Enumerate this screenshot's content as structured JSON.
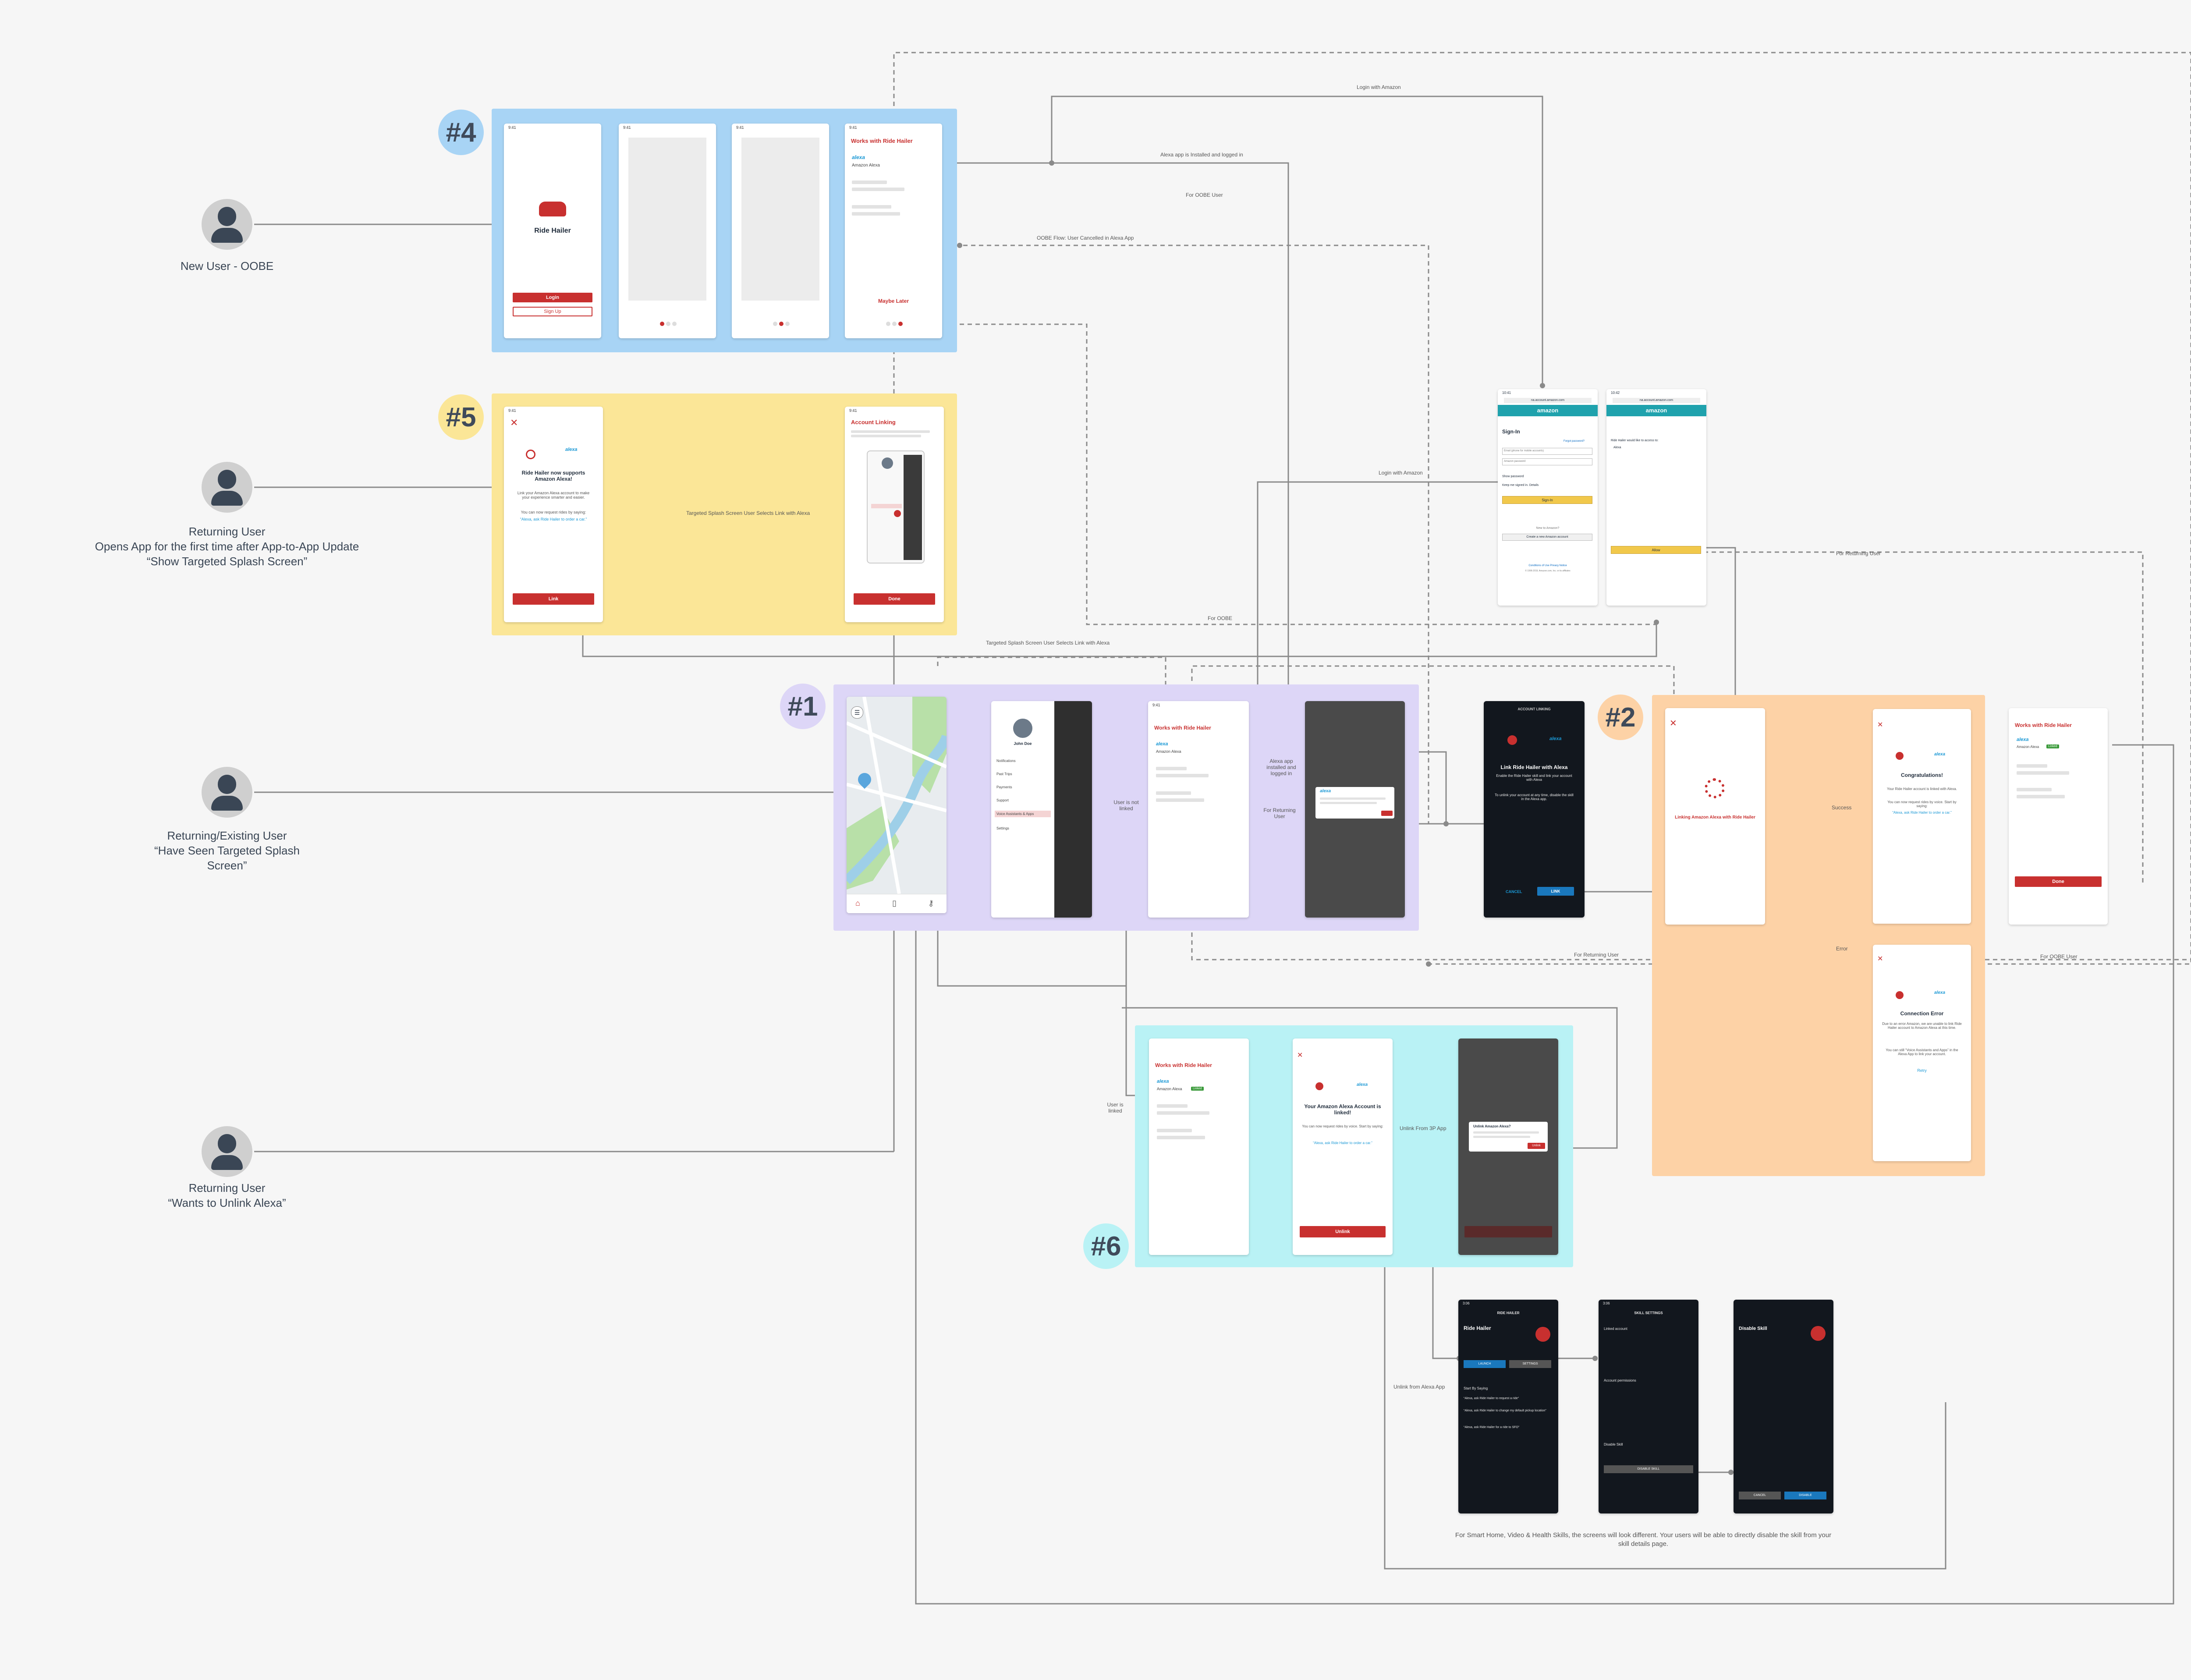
{
  "badges": [
    "#4",
    "#5",
    "#1",
    "#2",
    "#6"
  ],
  "personas": [
    {
      "lines": [
        "New User - OOBE"
      ]
    },
    {
      "lines": [
        "Returning User",
        "Opens App for the first time after App-to-App Update",
        "“Show Targeted Splash Screen”"
      ]
    },
    {
      "lines": [
        "Returning/Existing User",
        "“Have Seen Targeted Splash",
        "Screen”"
      ]
    },
    {
      "lines": [
        "Returning User",
        "“Wants to Unlink Alexa”"
      ]
    }
  ],
  "oobe": {
    "app_name": "Ride Hailer",
    "login": "Login",
    "signup": "Sign Up",
    "works_with": "Works with Ride Hailer",
    "alexa": "alexa",
    "amazon_alexa": "Amazon Alexa",
    "maybe_later": "Maybe Later"
  },
  "splash": {
    "title": "Ride Hailer now supports Amazon Alexa!",
    "body": "Link your Amazon Alexa account to make your experience smarter and easier.",
    "hint": "You can now request rides by saying:",
    "quote": "“Alexa, ask Ride Hailer to order a car.”",
    "link": "Link",
    "account_linking": "Account Linking",
    "done": "Done"
  },
  "app": {
    "user_name": "John Doe",
    "menu": [
      "Notifications",
      "Past Trips",
      "Payments",
      "Support",
      "Voice Assistants & Apps",
      "Settings"
    ],
    "works_with": "Works with Ride Hailer",
    "alexa": "alexa",
    "amazon_alexa": "Amazon Alexa"
  },
  "link_screen": {
    "header": "ACCOUNT LINKING",
    "title": "Link Ride Hailer with Alexa",
    "body": "Enable the Ride Hailer skill and link your account with Alexa",
    "body2": "To unlink your account at any time, disable the skill in the Alexa app.",
    "cancel": "CANCEL",
    "link": "LINK"
  },
  "amazon_signin": {
    "time": "10:41",
    "url": "na.account.amazon.com",
    "logo": "amazon",
    "sign_in": "Sign-In",
    "email_ph": "Email (phone for mobile accounts)",
    "forgot": "Forgot password?",
    "password_ph": "Amazon password",
    "show_pw": "Show password",
    "keep": "Keep me signed in. Details",
    "button": "Sign-In",
    "new_to": "New to Amazon?",
    "create": "Create a new Amazon account",
    "footer": "Conditions of Use   Privacy Notice",
    "copy": "© 1996-2019, Amazon.com, Inc. or its affiliates"
  },
  "amazon_consent": {
    "time": "10:42",
    "url": "na.account.amazon.com",
    "logo": "amazon",
    "line1": "Ride Hailer would like to access to:",
    "line2": "Alexa",
    "allow": "Allow"
  },
  "linking": {
    "text": "Linking Amazon Alexa with Ride Hailer",
    "congrats": "Congratulations!",
    "congrats_body": "Your Ride Hailer account is linked with Alexa.",
    "congrats_hint": "You can now request rides by voice. Start by saying:",
    "congrats_quote": "“Alexa, ask Ride Hailer to order a car.”",
    "error": "Connection Error",
    "error_body": "Due to an error Amazon, we are unable to link Ride Hailer account to Amazon Alexa at this time.",
    "error_hint": "You can still “Voice Assistants and Apps” in the Alexa App to link your account.",
    "retry": "Retry",
    "works_with": "Works with Ride Hailer",
    "amazon_alexa": "Amazon Alexa",
    "linked_badge": "Linked",
    "done": "Done"
  },
  "unlink": {
    "works_with": "Works with Ride Hailer",
    "amazon_alexa": "Amazon Alexa",
    "linked_badge": "Linked",
    "title": "Your Amazon Alexa Account is linked!",
    "body": "You can now request rides by voice. Start by saying:",
    "quote": "“Alexa, ask Ride Hailer to order a car.”",
    "unlink": "Unlink",
    "dialog_title": "Unlink Amazon Alexa?",
    "dialog_ok": "Unlink"
  },
  "alexa_app": {
    "time": "3:06",
    "skill_header": "RIDE HAILER",
    "skill_name": "Ride Hailer",
    "launch": "LAUNCH",
    "settings": "SETTINGS",
    "start_by": "Start By Saying",
    "utter1": "“Alexa, ask Ride Hailer to request a ride”",
    "utter2": "“Alexa, ask Ride Hailer to change my default pickup location”",
    "utter3": "“Alexa, ask Ride Hailer for a ride to SFO”",
    "settings_header": "SKILL SETTINGS",
    "linked_account": "Linked account",
    "permissions": "Account permissions",
    "disable_section": "Disable Skill",
    "disable_btn": "DISABLE SKILL",
    "disable_title": "Disable Skill",
    "cancel": "CANCEL",
    "disable": "DISABLE"
  },
  "flow_labels": {
    "login_with_amazon_top": "Login with Amazon",
    "alexa_installed": "Alexa app is Installed and logged in",
    "for_oobe_user": "For OOBE User",
    "oobe_cancelled": "OOBE Flow: User Cancelled in Alexa App",
    "login_with_amazon_mid": "Login with Amazon",
    "targeted_link": "Targeted Splash Screen User Selects Link with Alexa",
    "for_returning_user_right": "For Returning User",
    "for_oobe_mid": "For OOBE",
    "targeted_link2": "Targeted Splash Screen User Selects Link with Alexa",
    "user_not_linked": "User is not linked",
    "alexa_app_installed": "Alexa app installed and logged in",
    "for_returning_user": "For Returning User",
    "success": "Success",
    "error": "Error",
    "for_returning_user_bottom": "For Returning User",
    "for_oobe_user_right": "For OOBE User",
    "user_linked": "User is linked",
    "unlink_from_3p": "Unlink From 3P App",
    "unlink_from_alexa": "Unlink from Alexa App",
    "footnote": "For Smart Home, Video & Health Skills, the screens will look different. Your users will be able to directly disable the skill from your skill details page."
  },
  "colors": {
    "oobe_bg": "#a8d4f5",
    "splash_bg": "#fbe697",
    "main_bg": "#ddd6f7",
    "linking_bg": "#fdd2a6",
    "unlink_bg": "#b9f2f5",
    "brand_red": "#c8302f",
    "alexa_blue": "#1a98d5"
  }
}
